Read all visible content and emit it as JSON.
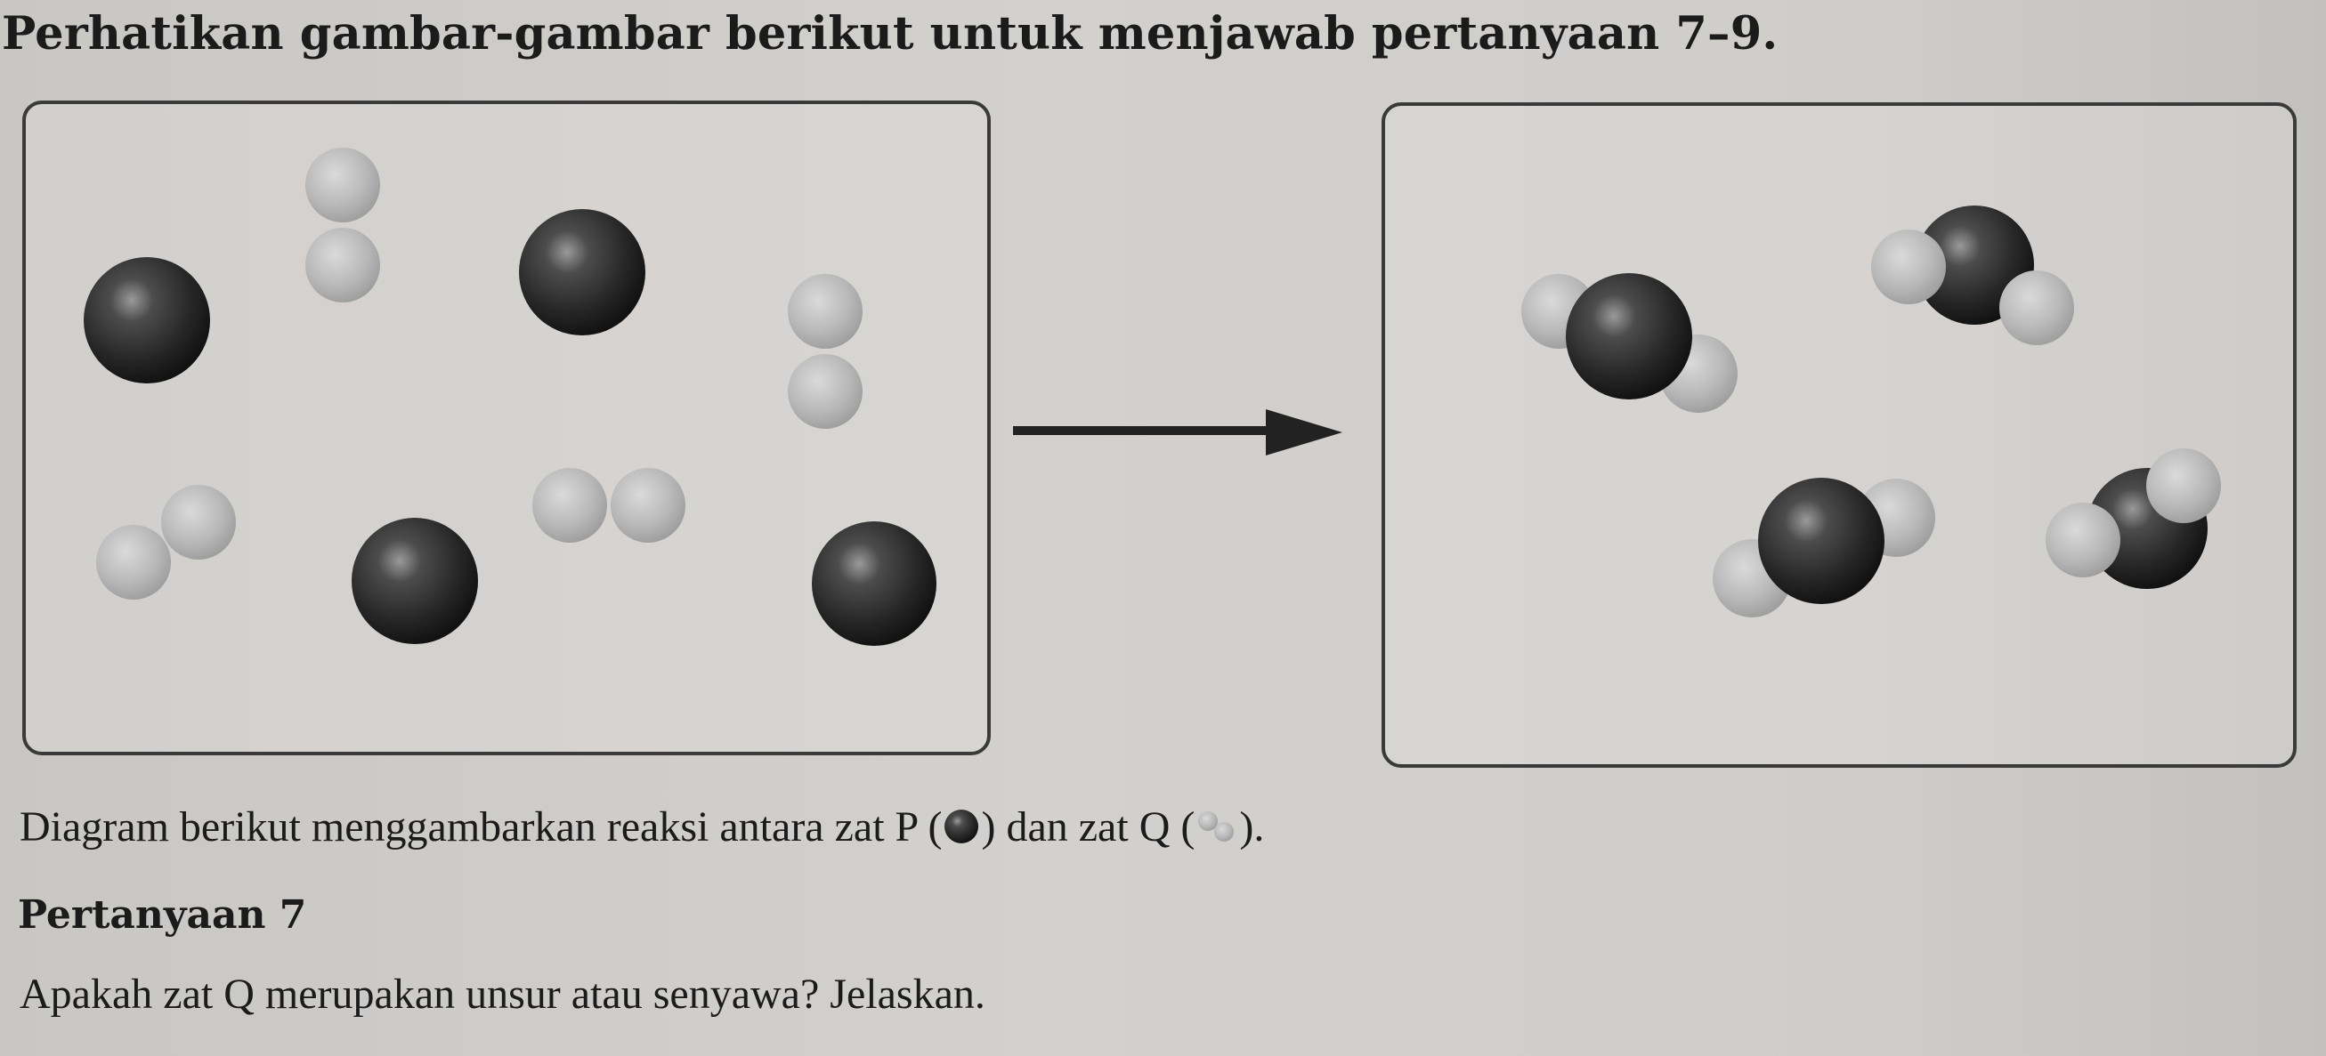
{
  "heading": "Perhatikan gambar-gambar berikut untuk menjawab pertanyaan 7–9.",
  "description": {
    "before_p": "Diagram berikut menggambarkan reaksi antara zat P (",
    "after_p": ") dan zat Q (",
    "after_q": ")."
  },
  "question": {
    "title": "Pertanyaan 7",
    "text": "Apakah zat Q merupakan unsur atau senyawa? Jelaskan."
  },
  "colors": {
    "dark_atom": "#2a2a2a",
    "light_atom": "#b9b9b9",
    "border": "#3a3a3a"
  },
  "icons": [
    "dark-atom-icon",
    "light-molecule-icon",
    "reaction-arrow-icon"
  ]
}
